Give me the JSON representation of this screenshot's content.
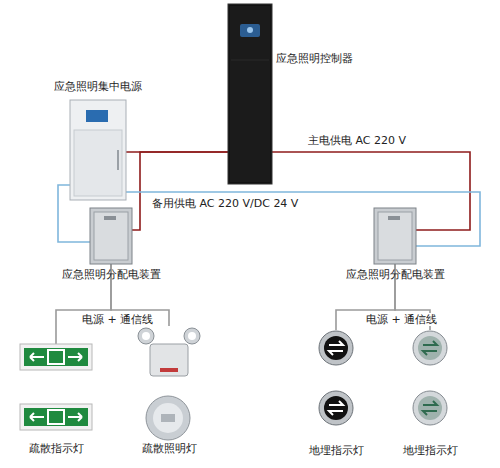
{
  "diagram": {
    "nodes": [
      {
        "text": [
          "应急照明控制器"
        ]
      },
      {
        "text": [
          "应急照明集中电源"
        ]
      },
      {
        "text": [
          "应急照明分配电装置"
        ]
      },
      {
        "text": [
          "应急照明分配电装置"
        ]
      },
      {
        "text": [
          "疏散指示灯"
        ]
      },
      {
        "text": [
          "疏散照明灯"
        ]
      },
      {
        "text": [
          "地埋指示灯"
        ]
      },
      {
        "text": [
          "地埋指示灯"
        ]
      }
    ],
    "edges": [
      {
        "from": 0,
        "to": 1,
        "arrow": "none"
      },
      {
        "from": 0,
        "to": 2,
        "arrow": "none"
      },
      {
        "from": 0,
        "to": 3,
        "arrow": "none"
      },
      {
        "from": 1,
        "to": 2,
        "arrow": "none"
      },
      {
        "from": 1,
        "to": 3,
        "arrow": "none"
      },
      {
        "from": 2,
        "to": 4,
        "label": "电源 + 通信线",
        "arrow": "none"
      },
      {
        "from": 2,
        "to": 5,
        "arrow": "none"
      },
      {
        "from": 3,
        "to": 6,
        "label": "电源 + 通信线",
        "arrow": "none"
      },
      {
        "from": 3,
        "to": 7,
        "arrow": "none"
      }
    ],
    "labels": [
      "主电供电 AC 220 V",
      "备用供电 AC 220 V/DC 24 V"
    ]
  }
}
